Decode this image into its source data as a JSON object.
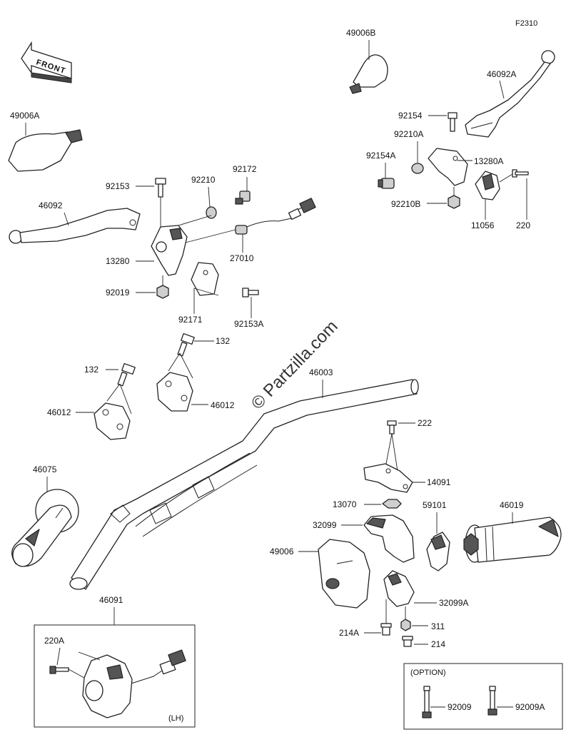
{
  "figure_code": "F2310",
  "front_label": "FRONT",
  "watermark": "© Partzilla.com",
  "option_label": "(OPTION)",
  "lh_label": "(LH)",
  "labels": {
    "p49006B": "49006B",
    "p46092A": "46092A",
    "p92154": "92154",
    "p92210A": "92210A",
    "p13280A": "13280A",
    "p92154A": "92154A",
    "p92210B": "92210B",
    "p11056": "11056",
    "p220": "220",
    "p49006A": "49006A",
    "p92153": "92153",
    "p92210": "92210",
    "p92172": "92172",
    "p46092": "46092",
    "p27010": "27010",
    "p13280": "13280",
    "p92019": "92019",
    "p92171": "92171",
    "p92153A": "92153A",
    "p132a": "132",
    "p132b": "132",
    "p46012a": "46012",
    "p46012b": "46012",
    "p46003": "46003",
    "p222": "222",
    "p14091": "14091",
    "p46075": "46075",
    "p13070": "13070",
    "p59101": "59101",
    "p46019": "46019",
    "p32099": "32099",
    "p49006": "49006",
    "p32099A": "32099A",
    "p311": "311",
    "p214A": "214A",
    "p214": "214",
    "p46091": "46091",
    "p220A": "220A",
    "p92009": "92009",
    "p92009A": "92009A"
  }
}
